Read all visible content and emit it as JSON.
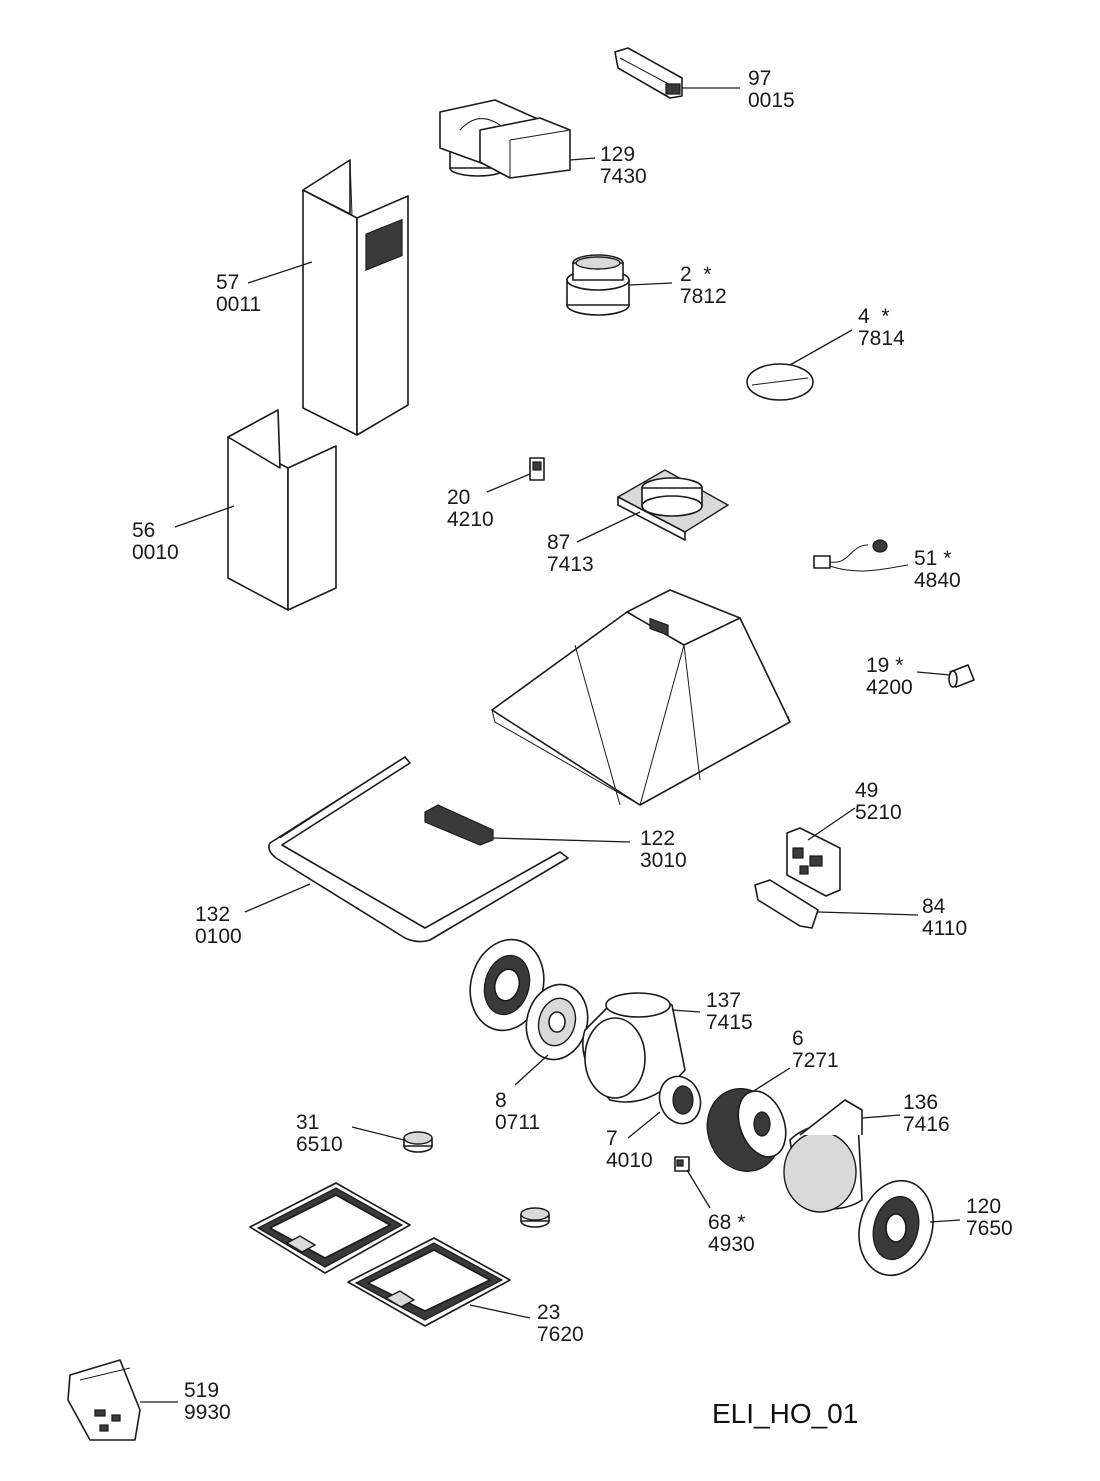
{
  "diagram": {
    "code": "ELI_HO_01",
    "parts": [
      {
        "id": "p97",
        "number": "97",
        "code": "0015"
      },
      {
        "id": "p129",
        "number": "129",
        "code": "7430"
      },
      {
        "id": "p57",
        "number": "57",
        "code": "0011"
      },
      {
        "id": "p2",
        "number": "2  *",
        "code": "7812"
      },
      {
        "id": "p4",
        "number": "4  *",
        "code": "7814"
      },
      {
        "id": "p56",
        "number": "56",
        "code": "0010"
      },
      {
        "id": "p20",
        "number": "20",
        "code": "4210"
      },
      {
        "id": "p87",
        "number": "87",
        "code": "7413"
      },
      {
        "id": "p51",
        "number": "51 *",
        "code": "4840"
      },
      {
        "id": "p19",
        "number": "19 *",
        "code": "4200"
      },
      {
        "id": "p49",
        "number": "49",
        "code": "5210"
      },
      {
        "id": "p122",
        "number": "122",
        "code": "3010"
      },
      {
        "id": "p84",
        "number": "84",
        "code": "4110"
      },
      {
        "id": "p132",
        "number": "132",
        "code": "0100"
      },
      {
        "id": "p137",
        "number": "137",
        "code": "7415"
      },
      {
        "id": "p6",
        "number": "6",
        "code": "7271"
      },
      {
        "id": "p8",
        "number": "8",
        "code": "0711"
      },
      {
        "id": "p136",
        "number": "136",
        "code": "7416"
      },
      {
        "id": "p31",
        "number": "31",
        "code": "6510"
      },
      {
        "id": "p7",
        "number": "7",
        "code": "4010"
      },
      {
        "id": "p120",
        "number": "120",
        "code": "7650"
      },
      {
        "id": "p68",
        "number": "68 *",
        "code": "4930"
      },
      {
        "id": "p23",
        "number": "23",
        "code": "7620"
      },
      {
        "id": "p519",
        "number": "519",
        "code": "9930"
      }
    ]
  }
}
